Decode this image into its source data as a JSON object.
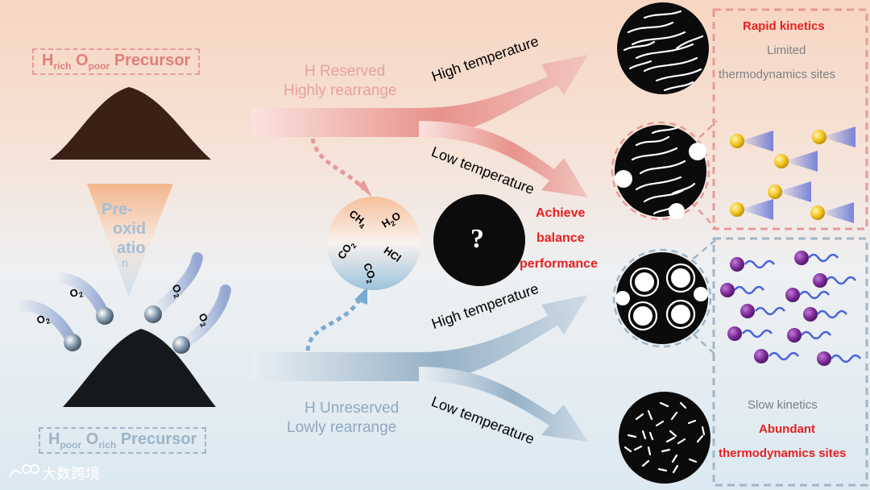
{
  "precursor_top": {
    "h": "H",
    "h_sub": "rich",
    "o": "O",
    "o_sub": "poor",
    "word": "Precursor"
  },
  "precursor_bottom": {
    "h": "H",
    "h_sub": "poor",
    "o": "O",
    "o_sub": "rich",
    "word": "Precursor"
  },
  "preox": [
    "Pre-",
    "oxid",
    "atio",
    "n"
  ],
  "o2": "O",
  "o2_sub": "2",
  "h_reserved": "H Reserved",
  "highly_rearrange": "Highly rearrange",
  "h_unreserved": "H Unreserved",
  "lowly_rearrange": "Lowly rearrange",
  "high_temp": "High temperature",
  "low_temp": "Low temperature",
  "gases": {
    "ch4": "CH",
    "ch4_sub": "4",
    "h2o_a": "H",
    "h2o_sub": "2",
    "h2o_b": "O",
    "co2": "CO",
    "co2_sub": "2",
    "hcl": "HCl"
  },
  "question": "?",
  "achieve": [
    "Achieve",
    "balance",
    "performance"
  ],
  "top_box": {
    "rapid": "Rapid kinetics",
    "limited": "Limited",
    "thermo": "thermodynamics sites"
  },
  "bottom_box": {
    "slow": "Slow kinetics",
    "abundant": "Abundant",
    "thermo": "thermodynamics sites"
  },
  "watermark": "大数跨境",
  "colors": {
    "red": "#e8201f",
    "grey": "#7d7f84",
    "pink_border": "#e89a98",
    "blue_border": "#9fb6c8"
  }
}
